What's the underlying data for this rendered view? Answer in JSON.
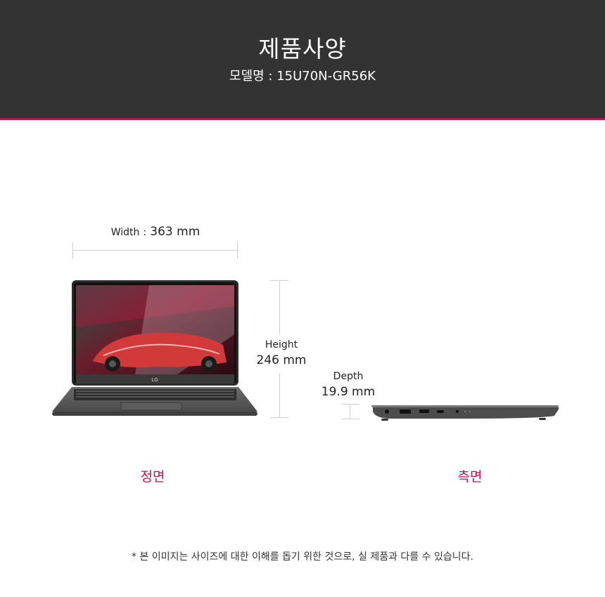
{
  "header": {
    "title": "제품사양",
    "model_label": "모델명 : 15U70N-GR56K"
  },
  "dimensions": {
    "width": {
      "label": "Width",
      "separator": ":",
      "value": "363 mm"
    },
    "height": {
      "label": "Height",
      "value": "246 mm"
    },
    "depth": {
      "label": "Depth",
      "value": "19.9 mm"
    }
  },
  "views": {
    "front": "정면",
    "side": "측면"
  },
  "laptop": {
    "logo": "LG"
  },
  "footnote": "* 본 이미지는 사이즈에 대한 이해를 돕기 위한 것으로, 실 제품과 다를 수 있습니다.",
  "colors": {
    "header_bg": "#333333",
    "accent": "#c8104d"
  }
}
